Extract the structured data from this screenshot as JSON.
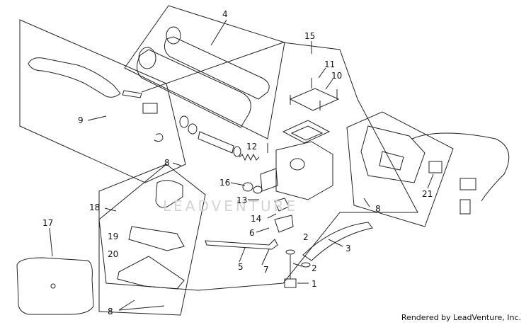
{
  "diagram": {
    "callouts": [
      "4",
      "15",
      "11",
      "10",
      "9",
      "12",
      "8",
      "16",
      "13",
      "18",
      "17",
      "19",
      "14",
      "6",
      "2",
      "3",
      "20",
      "5",
      "7",
      "1",
      "21",
      "8",
      "8"
    ],
    "watermark": "LEADVENTURE",
    "footer": "Rendered by LeadVenture, Inc."
  }
}
